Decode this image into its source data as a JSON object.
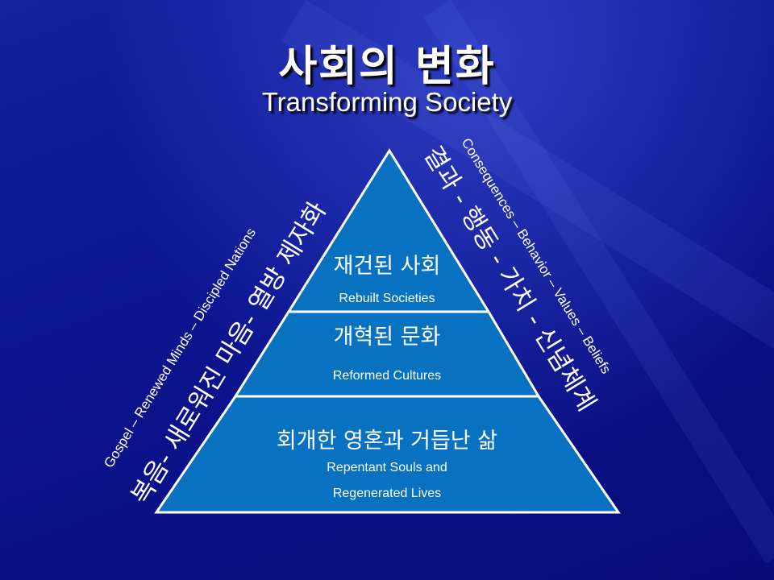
{
  "slide": {
    "title_ko": "사회의 변화",
    "title_en": "Transforming Society"
  },
  "pyramid": {
    "fill_color": "#0872c0",
    "edge_color": "#ffffff",
    "tiers": [
      {
        "label_ko": "재건된 사회",
        "label_en": "Rebuilt Societies"
      },
      {
        "label_ko": "개혁된 문화",
        "label_en": "Reformed Cultures"
      },
      {
        "label_ko": "회개한 영혼과 거듭난 삶",
        "label_en_line1": "Repentant Souls and",
        "label_en_line2": "Regenerated Lives"
      }
    ]
  },
  "left_side": {
    "label_en": "Gospel – Renewed Minds – Discipled Nations",
    "label_ko": "복음- 새로워진 마음- 열방 제자화"
  },
  "right_side": {
    "label_ko": "결과 - 행동 - 가치 - 신념체계",
    "label_en": "Consequences – Behavior – Values – Beliefs"
  }
}
